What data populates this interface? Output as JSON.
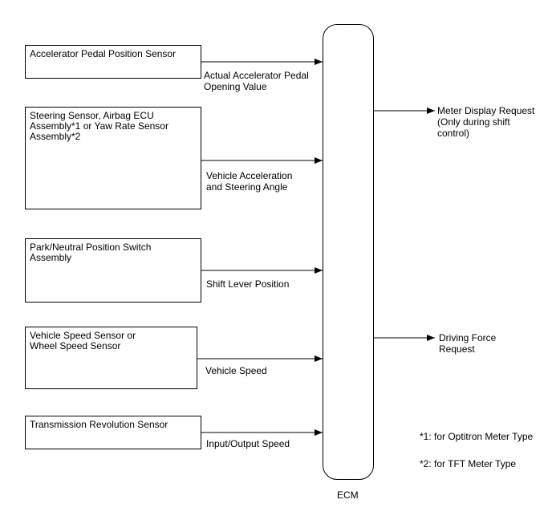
{
  "inputs": [
    {
      "sensor": "Accelerator Pedal Position Sensor",
      "signal": "Actual Accelerator Pedal\nOpening Value"
    },
    {
      "sensor": "Steering Sensor, Airbag ECU\nAssembly*1 or Yaw Rate Sensor\nAssembly*2",
      "signal": "Vehicle Acceleration\nand Steering Angle"
    },
    {
      "sensor": "Park/Neutral Position Switch\nAssembly",
      "signal": "Shift Lever Position"
    },
    {
      "sensor": "Vehicle Speed Sensor or\nWheel Speed Sensor",
      "signal": "Vehicle Speed"
    },
    {
      "sensor": "Transmission Revolution Sensor",
      "signal": "Input/Output Speed"
    }
  ],
  "ecm_label": "ECM",
  "outputs": [
    {
      "label": "Meter Display Request\n(Only during shift\ncontrol)"
    },
    {
      "label": "Driving Force\nRequest"
    }
  ],
  "notes": [
    "*1: for Optitron Meter Type",
    "*2: for TFT Meter Type"
  ]
}
